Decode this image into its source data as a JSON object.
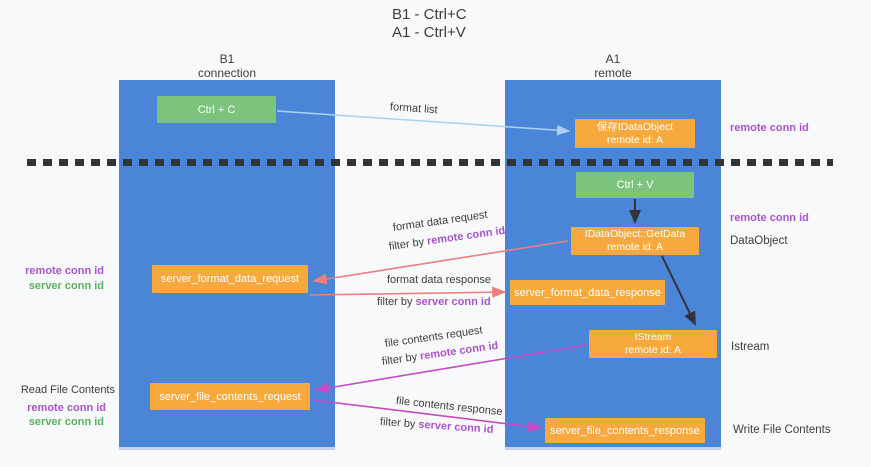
{
  "title": {
    "line1": "B1 - Ctrl+C",
    "line2": "A1 - Ctrl+V"
  },
  "lanes": {
    "b1": {
      "title": "B1",
      "subtitle": "connection"
    },
    "a1": {
      "title": "A1",
      "subtitle": "remote"
    }
  },
  "nodes": {
    "ctrl_c": {
      "label": "Ctrl + C"
    },
    "ctrl_v": {
      "label": "Ctrl + V"
    },
    "save_idataobject": {
      "line1": "保存IDataObject",
      "line2": "remote id: A"
    },
    "idataobject_getdata": {
      "line1": "IDataObject::GetData",
      "line2": "remote id: A"
    },
    "istream": {
      "line1": "IStream",
      "line2": "remote id: A"
    },
    "server_format_data_request": {
      "label": "server_format_data_request"
    },
    "server_format_data_response": {
      "label": "server_format_data_response"
    },
    "server_file_contents_request": {
      "label": "server_file_contents_request"
    },
    "server_file_contents_response": {
      "label": "server_file_contents_response"
    }
  },
  "edge_labels": {
    "format_list": "format list",
    "format_data_request": "format data request",
    "format_data_response": "format data response",
    "file_contents_request": "file contents request",
    "file_contents_response": "file contents response",
    "filter_by": "filter by",
    "remote_conn_id": "remote conn id",
    "server_conn_id": "server conn id"
  },
  "left_labels": {
    "remote_conn_id": "remote conn id",
    "server_conn_id": "server conn id",
    "read_file_contents": "Read File Contents",
    "remote_conn_id_2": "remote conn id",
    "server_conn_id_2": "server conn id"
  },
  "right_labels": {
    "remote_conn_id_top": "remote conn id",
    "remote_conn_id_mid": "remote conn id",
    "dataobject": "DataObject",
    "istream": "Istream",
    "write_file_contents": "Write File Contents"
  },
  "colors": {
    "lane_blue": "#4a85d8",
    "node_orange": "#f7a93e",
    "node_green": "#7cc47d",
    "text_purple": "#ab53cb",
    "text_green": "#56b45c",
    "arrow_salmon": "#ee7d7d",
    "arrow_magenta": "#c64ac6",
    "arrow_lightblue": "#a9d2f2",
    "arrow_black": "#333333"
  }
}
